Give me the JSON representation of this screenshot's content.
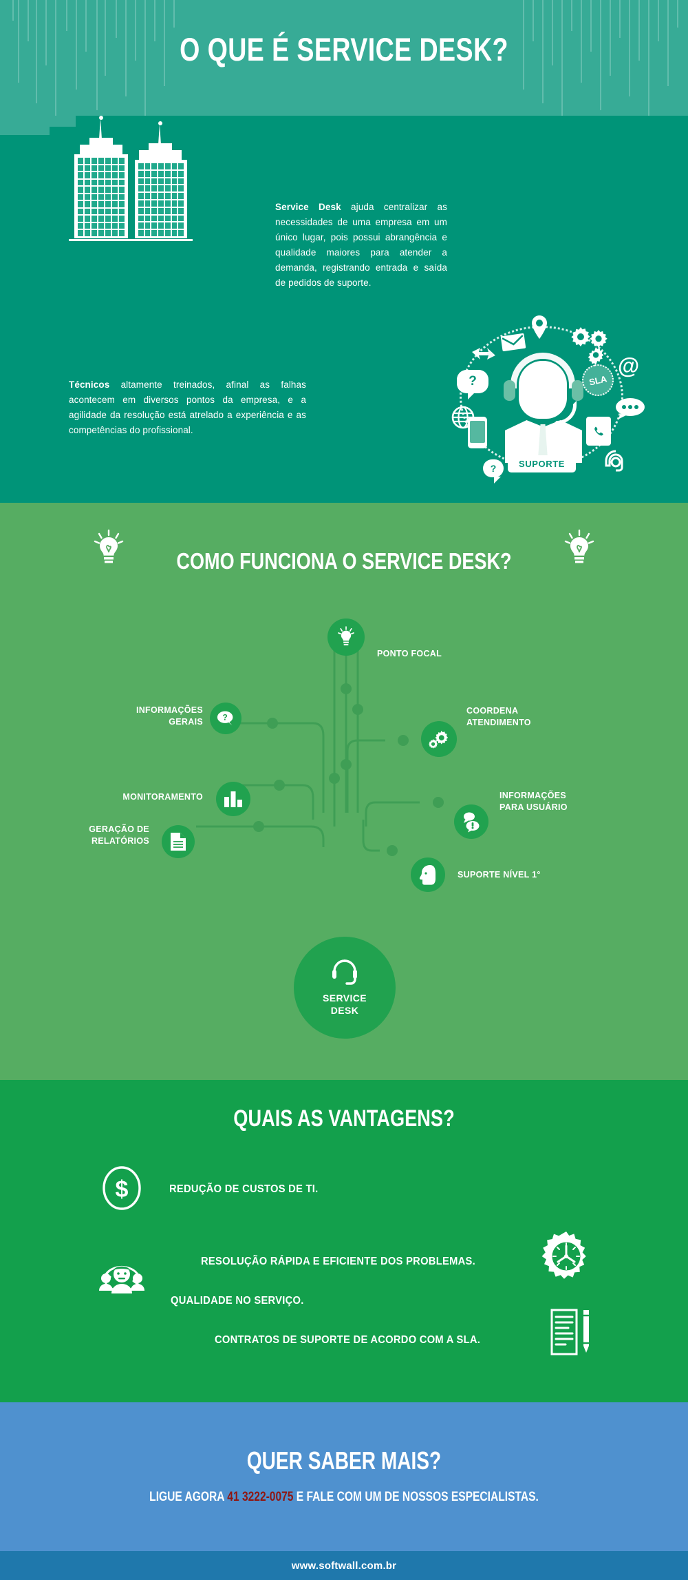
{
  "header": {
    "title": "O QUE É SERVICE DESK?"
  },
  "intro": {
    "paragraph1_bold": "Service Desk",
    "paragraph1_rest": " ajuda centralizar as necessidades de uma empresa em um único lugar, pois possui abrangência e qualidade maiores para atender a demanda, registrando entrada e saída de pedidos de suporte.",
    "paragraph2_bold": "Técnicos",
    "paragraph2_rest": " altamente treinados, afinal as falhas acontecem em diversos pontos da empresa, e a agilidade da resolução está atrelado a experiência e as competências do profissional.",
    "illustration_labels": {
      "suporte": "SUPORTE",
      "sla": "SLA",
      "at_symbol": "@",
      "question": "?"
    }
  },
  "how_section": {
    "title": "COMO FUNCIONA O SERVICE DESK?",
    "hub": {
      "line1": "SERVICE",
      "line2": "DESK"
    },
    "nodes": [
      {
        "label": "PONTO FOCAL",
        "icon": "lightbulb-icon"
      },
      {
        "label": "INFORMAÇÕES\nGERAIS",
        "icon": "question-bubble-icon"
      },
      {
        "label": "COORDENA\nATENDIMENTO",
        "icon": "gears-icon"
      },
      {
        "label": "MONITORAMENTO",
        "icon": "bar-chart-icon"
      },
      {
        "label": "INFORMAÇÕES\nPARA USUÁRIO",
        "icon": "chat-bubbles-icon"
      },
      {
        "label": "GERAÇÃO DE\nRELATÓRIOS",
        "icon": "document-icon"
      },
      {
        "label": "SUPORTE NÍVEL 1°",
        "icon": "head-profile-icon"
      }
    ]
  },
  "advantages": {
    "title": "QUAIS AS VANTAGENS?",
    "items": [
      {
        "text": "REDUÇÃO DE CUSTOS DE TI.",
        "icon": "dollar-coin-icon"
      },
      {
        "text": "RESOLUÇÃO RÁPIDA E EFICIENTE DOS PROBLEMAS.",
        "icon": "clock-gear-icon"
      },
      {
        "text": "QUALIDADE NO SERVIÇO.",
        "icon": "people-cycle-icon"
      },
      {
        "text": "CONTRATOS DE SUPORTE DE ACORDO COM A SLA.",
        "icon": "contract-pen-icon"
      }
    ]
  },
  "cta": {
    "title": "QUER SABER MAIS?",
    "prefix": "LIGUE AGORA ",
    "phone": "41 3222-0075",
    "suffix": " E FALE COM UM DE NOSSOS ESPECIALISTAS."
  },
  "footer": {
    "url": "www.softwall.com.br"
  },
  "colors": {
    "header_teal": "#37ab96",
    "intro_teal": "#009478",
    "how_green": "#56ad62",
    "node_green": "#21a24f",
    "adv_green": "#13a04c",
    "cta_blue": "#4f91cf",
    "footer_blue": "#1f78ac",
    "phone_red": "#8f1713",
    "white": "#ffffff"
  }
}
